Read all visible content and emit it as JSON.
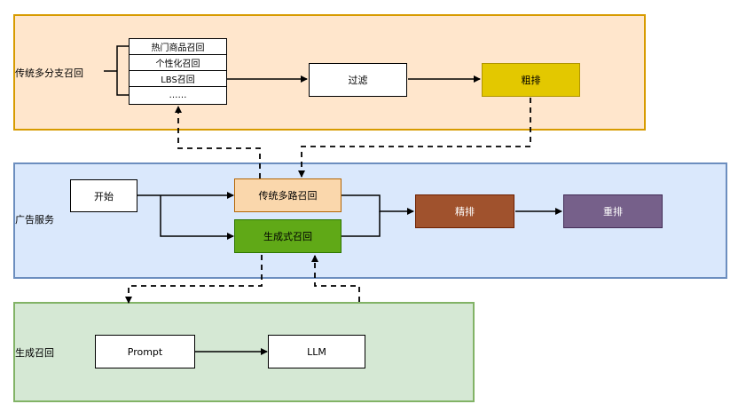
{
  "regions": {
    "traditional": {
      "label": "传统多分支召回",
      "fill": "#ffe6cc",
      "stroke": "#d79b00"
    },
    "ad_service": {
      "label": "广告服务",
      "fill": "#dae8fc",
      "stroke": "#6c8ebf"
    },
    "generative": {
      "label": "生成召回",
      "fill": "#d5e8d4",
      "stroke": "#82b366"
    }
  },
  "recall_stack": {
    "items": [
      "热门商品召回",
      "个性化召回",
      "LBS召回",
      "……"
    ]
  },
  "nodes": {
    "filter": {
      "label": "过滤",
      "fill": "#ffffff"
    },
    "coarse_rank": {
      "label": "粗排",
      "fill": "#e3c800"
    },
    "start": {
      "label": "开始",
      "fill": "#ffffff"
    },
    "multi_recall": {
      "label": "传统多路召回",
      "fill": "#fad7ac"
    },
    "gen_recall": {
      "label": "生成式召回",
      "fill": "#60a917"
    },
    "fine_rank": {
      "label": "精排",
      "fill": "#a0522d"
    },
    "rerank": {
      "label": "重排",
      "fill": "#76608a"
    },
    "prompt": {
      "label": "Prompt",
      "fill": "#ffffff"
    },
    "llm": {
      "label": "LLM",
      "fill": "#ffffff"
    }
  }
}
